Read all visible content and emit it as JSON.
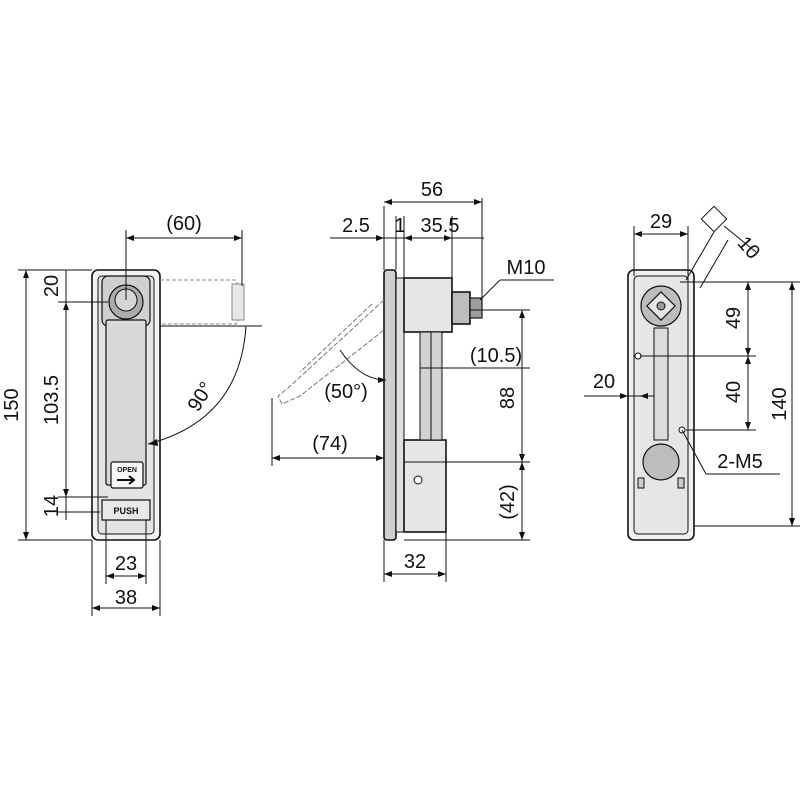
{
  "front_view": {
    "width_outer": "38",
    "width_inner": "23",
    "height_total": "150",
    "height_body": "103.5",
    "height_top": "20",
    "height_bottom": "14",
    "handle_extension": "(60)",
    "swing_angle": "90°",
    "open_label": "OPEN",
    "push_label": "PUSH"
  },
  "side_view": {
    "overall_depth": "56",
    "plate_thickness": "2.5",
    "gap": "1",
    "body_depth": "35.5",
    "thread": "M10",
    "offset": "(10.5)",
    "length": "88",
    "lower": "(42)",
    "handle_reach": "(74)",
    "open_angle": "(50°)",
    "base_depth": "32"
  },
  "rear_view": {
    "top_width": "29",
    "square_size": "10",
    "upper": "49",
    "middle": "40",
    "total": "140",
    "side_offset": "20",
    "screw_holes": "2-M5"
  }
}
